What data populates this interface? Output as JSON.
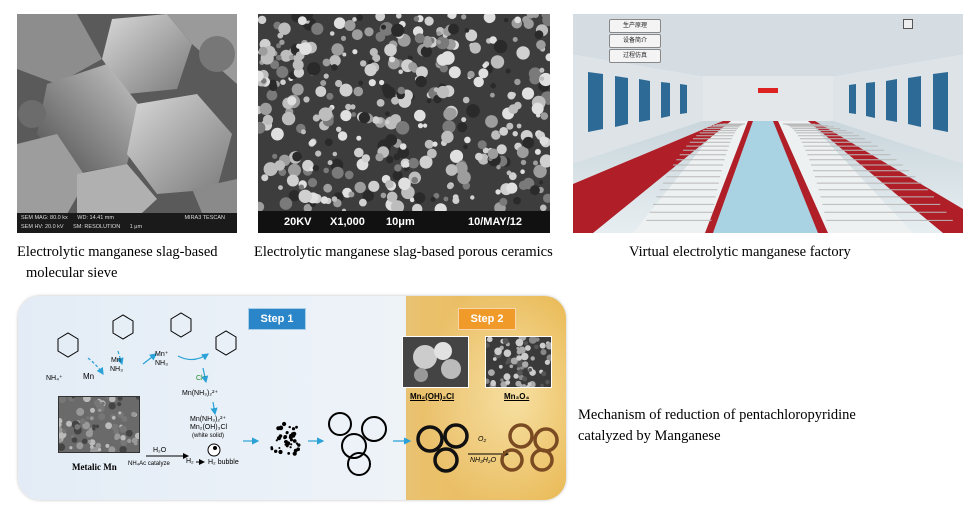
{
  "figures": {
    "sieve": {
      "caption_line1": "Electrolytic manganese slag-based",
      "caption_line2": "molecular sieve",
      "sem_info": {
        "mag": "SEM MAG: 80.0 kx",
        "wd": "WD: 14.41 mm",
        "hv": "SEM HV: 20.0 kV",
        "resolution": "SM: RESOLUTION",
        "scale": "1 μm",
        "maker": "MIRA3 TESCAN"
      }
    },
    "ceramics": {
      "caption": "Electrolytic manganese slag-based porous ceramics",
      "sem_bar": {
        "kv": "20KV",
        "mag": "X1,000",
        "scale": "10μm",
        "date": "10/MAY/12"
      }
    },
    "factory": {
      "caption": "Virtual electrolytic manganese factory",
      "menu": [
        "生产原理",
        "设备简介",
        "过程仿真"
      ]
    }
  },
  "mechanism": {
    "caption_line1": "Mechanism of reduction of pentachloropyridine",
    "caption_line2": "catalyzed by Manganese",
    "step1": "Step 1",
    "step2": "Step 2",
    "labels": {
      "nh4": "NH₄⁺",
      "mn": "Mn",
      "mn_nh3_a": "Mn",
      "nh3_a": "NH₃",
      "mn_plus": "Mn⁺",
      "nh3_b": "NH₃",
      "cl_minus": "Cl⁻",
      "mn_complex": "Mn(NH₃)₂²⁺",
      "mn_complex2": "Mn(NH₃)₂²⁺",
      "mn_oh_cl": "Mn₂(OH)₃Cl",
      "white_solid": "(white solid)",
      "metallic_mn": "Metalic  Mn",
      "h2o": "H₂O",
      "catalyst": "NH₄Ac catalyze",
      "h2": "H₂",
      "h2_bubble": "H₂ bubble",
      "product1": "Mn₂(OH)₃Cl",
      "product2": "Mn₃O₄",
      "o2": "O₂",
      "nh3h2o": "NH₃H₂O"
    }
  },
  "colors": {
    "step_blue": "#2a86c8",
    "step_orange": "#f09a2a",
    "panel_blue": "#e7eff8",
    "panel_gold": "#f2cc78",
    "arrow": "#2aa2d8",
    "factory_red": "#b01e28"
  }
}
